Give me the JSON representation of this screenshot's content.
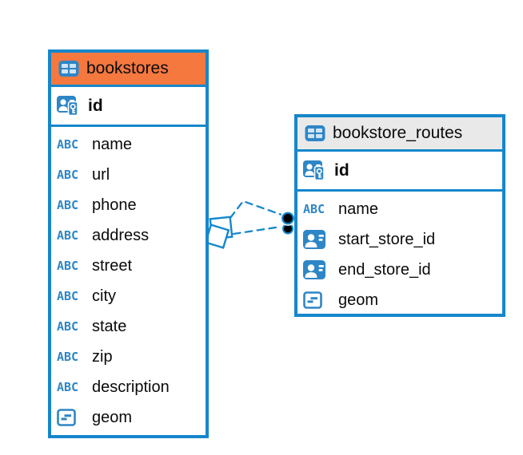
{
  "colors": {
    "accent": "#1587CB",
    "icon_blue": "#2E86C6",
    "header_orange": "#F5783F",
    "header_gray": "#E9E9E9",
    "text": "#0A0A0A"
  },
  "icons": {
    "text_label": "ABC"
  },
  "diagram": {
    "tables": [
      {
        "name": "bookstores",
        "header_style": "orange",
        "primary_key": {
          "name": "id",
          "icon": "person-key-icon"
        },
        "columns": [
          {
            "name": "name",
            "icon": "text-abc-icon"
          },
          {
            "name": "url",
            "icon": "text-abc-icon"
          },
          {
            "name": "phone",
            "icon": "text-abc-icon"
          },
          {
            "name": "address",
            "icon": "text-abc-icon"
          },
          {
            "name": "street",
            "icon": "text-abc-icon"
          },
          {
            "name": "city",
            "icon": "text-abc-icon"
          },
          {
            "name": "state",
            "icon": "text-abc-icon"
          },
          {
            "name": "zip",
            "icon": "text-abc-icon"
          },
          {
            "name": "description",
            "icon": "text-abc-icon"
          },
          {
            "name": "geom",
            "icon": "geometry-icon"
          }
        ]
      },
      {
        "name": "bookstore_routes",
        "header_style": "gray",
        "primary_key": {
          "name": "id",
          "icon": "person-key-icon"
        },
        "columns": [
          {
            "name": "name",
            "icon": "text-abc-icon"
          },
          {
            "name": "start_store_id",
            "icon": "person-badge-icon"
          },
          {
            "name": "end_store_id",
            "icon": "person-badge-icon"
          },
          {
            "name": "geom",
            "icon": "geometry-icon"
          }
        ]
      }
    ],
    "relationships": [
      {
        "from_table": "bookstore_routes",
        "from_column": "start_store_id",
        "to_table": "bookstores",
        "to_column": "id",
        "line_style": "dashed"
      },
      {
        "from_table": "bookstore_routes",
        "from_column": "end_store_id",
        "to_table": "bookstores",
        "to_column": "id",
        "line_style": "dashed"
      }
    ]
  }
}
